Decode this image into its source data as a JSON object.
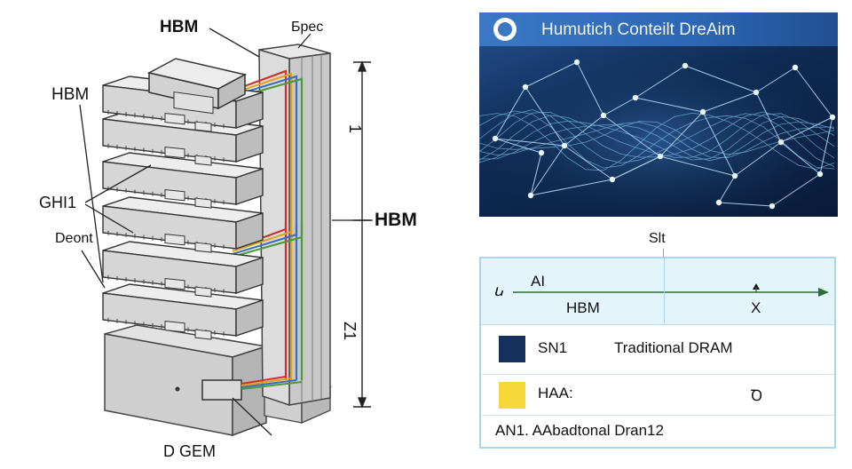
{
  "stack_diagram": {
    "labels": {
      "hbm_top": "HBM",
      "spec": "Бpec",
      "hbm_left": "HBM",
      "ghi": "GHI1",
      "deont": "Deont",
      "hbm_right": "HBM",
      "bottom": "D GEM"
    },
    "dimension_marks": {
      "upper": "1",
      "lower": "Z1"
    },
    "wire_colors": [
      "#d0302b",
      "#e0a21b",
      "#3c6fc4",
      "#4c9a3b"
    ]
  },
  "hero": {
    "title": "Humutich Conteilt DreAim"
  },
  "table_caption": "Slt",
  "table": {
    "header": {
      "mark": "ꭎ",
      "left_label": "AI",
      "hbm_label": "HBM",
      "x_label": "X",
      "arrow_color": "#2f6b3b"
    },
    "rows": [
      {
        "color": "#16305e",
        "key": "SN1",
        "value": "Traditional DRAM",
        "extra": ""
      },
      {
        "color": "#f6d83a",
        "key": "HAA:",
        "value": "",
        "extra": "Ꝺ"
      }
    ],
    "footer": "AN1. AAbadtonal Dran12"
  }
}
